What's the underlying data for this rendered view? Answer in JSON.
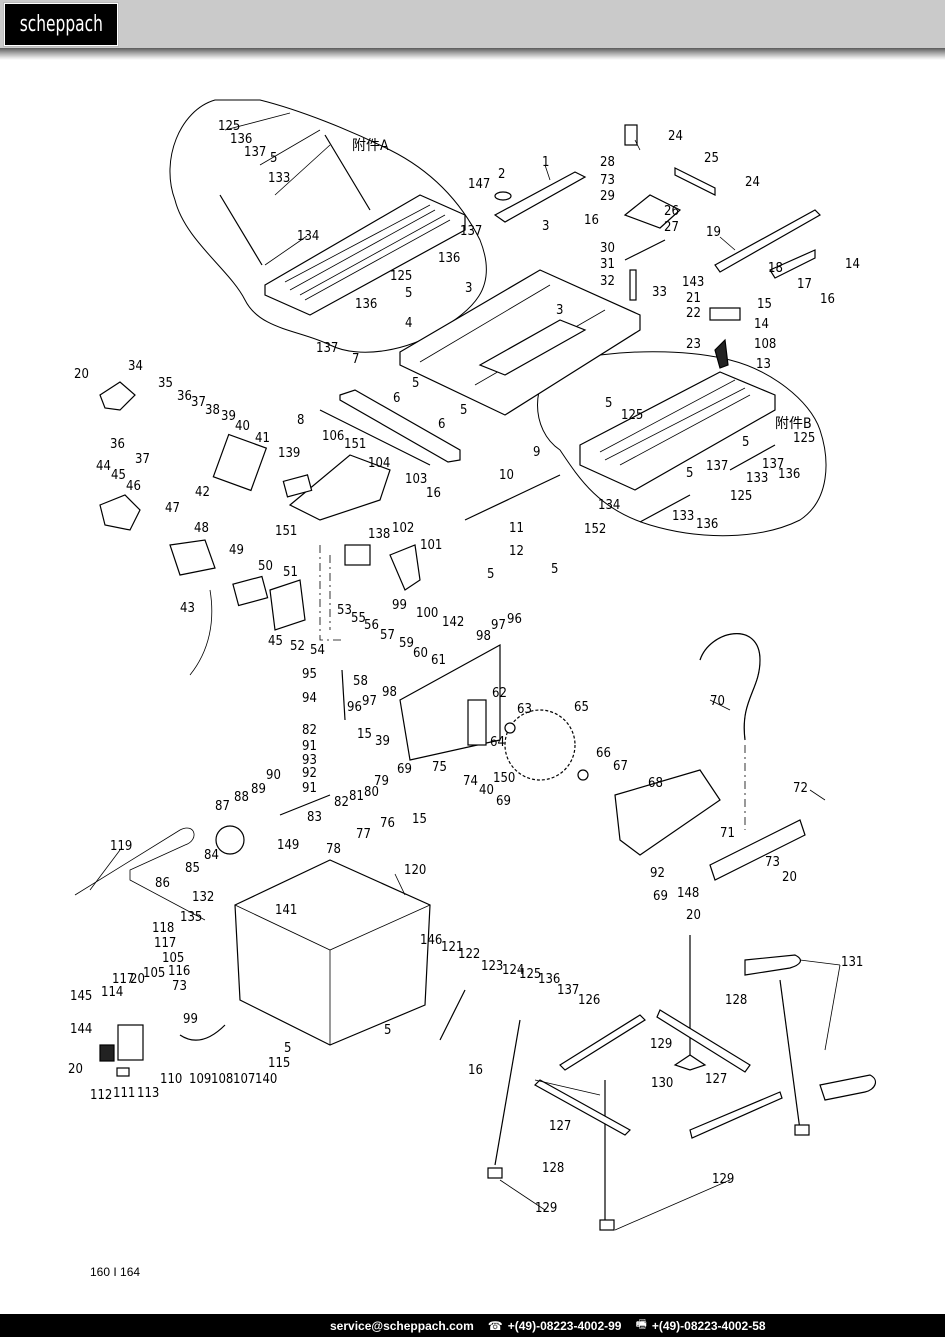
{
  "header": {
    "logo_text": "scheppach"
  },
  "diagram": {
    "group_a_label": "附件A",
    "group_b_label": "附件B",
    "labels": [
      {
        "id": "l1",
        "text": "1"
      },
      {
        "id": "l2",
        "text": "2"
      },
      {
        "id": "l147",
        "text": "147"
      },
      {
        "id": "l28",
        "text": "28"
      },
      {
        "id": "l24a",
        "text": "24"
      },
      {
        "id": "l25",
        "text": "25"
      },
      {
        "id": "l24b",
        "text": "24"
      },
      {
        "id": "l73a",
        "text": "73"
      },
      {
        "id": "l29",
        "text": "29"
      },
      {
        "id": "l26",
        "text": "26"
      },
      {
        "id": "l16a",
        "text": "16"
      },
      {
        "id": "l27",
        "text": "27"
      },
      {
        "id": "l30",
        "text": "30"
      },
      {
        "id": "l31",
        "text": "31"
      },
      {
        "id": "l32",
        "text": "32"
      },
      {
        "id": "l33",
        "text": "33"
      },
      {
        "id": "l19",
        "text": "19"
      },
      {
        "id": "l14a",
        "text": "14"
      },
      {
        "id": "l18",
        "text": "18"
      },
      {
        "id": "l17",
        "text": "17"
      },
      {
        "id": "l143",
        "text": "143"
      },
      {
        "id": "l21",
        "text": "21"
      },
      {
        "id": "l15a",
        "text": "15"
      },
      {
        "id": "l16b",
        "text": "16"
      },
      {
        "id": "l22",
        "text": "22"
      },
      {
        "id": "l14b",
        "text": "14"
      },
      {
        "id": "l108a",
        "text": "108"
      },
      {
        "id": "l23",
        "text": "23"
      },
      {
        "id": "l13",
        "text": "13"
      },
      {
        "id": "l3a",
        "text": "3"
      },
      {
        "id": "l3b",
        "text": "3"
      },
      {
        "id": "l3c",
        "text": "3"
      },
      {
        "id": "l4",
        "text": "4"
      },
      {
        "id": "la125",
        "text": "125"
      },
      {
        "id": "la136",
        "text": "136"
      },
      {
        "id": "la137",
        "text": "137"
      },
      {
        "id": "la5",
        "text": "5"
      },
      {
        "id": "la133",
        "text": "133"
      },
      {
        "id": "la134",
        "text": "134"
      },
      {
        "id": "la137b",
        "text": "137"
      },
      {
        "id": "la136b",
        "text": "136"
      },
      {
        "id": "la125b",
        "text": "125"
      },
      {
        "id": "la5b",
        "text": "5"
      },
      {
        "id": "la136c",
        "text": "136"
      },
      {
        "id": "la137c",
        "text": "137"
      },
      {
        "id": "l20a",
        "text": "20"
      },
      {
        "id": "l34",
        "text": "34"
      },
      {
        "id": "l35",
        "text": "35"
      },
      {
        "id": "l36a",
        "text": "36"
      },
      {
        "id": "l37a",
        "text": "37"
      },
      {
        "id": "l38",
        "text": "38"
      },
      {
        "id": "l39a",
        "text": "39"
      },
      {
        "id": "l40a",
        "text": "40"
      },
      {
        "id": "l41",
        "text": "41"
      },
      {
        "id": "l36b",
        "text": "36"
      },
      {
        "id": "l37b",
        "text": "37"
      },
      {
        "id": "l44",
        "text": "44"
      },
      {
        "id": "l45a",
        "text": "45"
      },
      {
        "id": "l46",
        "text": "46"
      },
      {
        "id": "l42",
        "text": "42"
      },
      {
        "id": "l47",
        "text": "47"
      },
      {
        "id": "l48",
        "text": "48"
      },
      {
        "id": "l49",
        "text": "49"
      },
      {
        "id": "l50",
        "text": "50"
      },
      {
        "id": "l43",
        "text": "43"
      },
      {
        "id": "l7",
        "text": "7"
      },
      {
        "id": "l5a",
        "text": "5"
      },
      {
        "id": "l6a",
        "text": "6"
      },
      {
        "id": "l5b",
        "text": "5"
      },
      {
        "id": "l6b",
        "text": "6"
      },
      {
        "id": "l8",
        "text": "8"
      },
      {
        "id": "l106",
        "text": "106"
      },
      {
        "id": "l151a",
        "text": "151"
      },
      {
        "id": "l104",
        "text": "104"
      },
      {
        "id": "l139",
        "text": "139"
      },
      {
        "id": "l103",
        "text": "103"
      },
      {
        "id": "l16c",
        "text": "16"
      },
      {
        "id": "l151b",
        "text": "151"
      },
      {
        "id": "l138",
        "text": "138"
      },
      {
        "id": "l102",
        "text": "102"
      },
      {
        "id": "l101",
        "text": "101"
      },
      {
        "id": "l99a",
        "text": "99"
      },
      {
        "id": "l100",
        "text": "100"
      },
      {
        "id": "l142",
        "text": "142"
      },
      {
        "id": "l9",
        "text": "9"
      },
      {
        "id": "l10",
        "text": "10"
      },
      {
        "id": "l11",
        "text": "11"
      },
      {
        "id": "l12",
        "text": "12"
      },
      {
        "id": "l5c",
        "text": "5"
      },
      {
        "id": "l152",
        "text": "152"
      },
      {
        "id": "l5d",
        "text": "5"
      },
      {
        "id": "lb5",
        "text": "5"
      },
      {
        "id": "lb125",
        "text": "125"
      },
      {
        "id": "lb5b",
        "text": "5"
      },
      {
        "id": "lb125b",
        "text": "125"
      },
      {
        "id": "lb137",
        "text": "137"
      },
      {
        "id": "lb136",
        "text": "136"
      },
      {
        "id": "lb133",
        "text": "133"
      },
      {
        "id": "lb5c",
        "text": "5"
      },
      {
        "id": "lb137b",
        "text": "137"
      },
      {
        "id": "lb125c",
        "text": "125"
      },
      {
        "id": "lb134",
        "text": "134"
      },
      {
        "id": "lb133b",
        "text": "133"
      },
      {
        "id": "lb136b",
        "text": "136"
      },
      {
        "id": "l51",
        "text": "51"
      },
      {
        "id": "l45b",
        "text": "45"
      },
      {
        "id": "l52",
        "text": "52"
      },
      {
        "id": "l53",
        "text": "53"
      },
      {
        "id": "l54",
        "text": "54"
      },
      {
        "id": "l55",
        "text": "55"
      },
      {
        "id": "l56",
        "text": "56"
      },
      {
        "id": "l57",
        "text": "57"
      },
      {
        "id": "l58",
        "text": "58"
      },
      {
        "id": "l59",
        "text": "59"
      },
      {
        "id": "l60",
        "text": "60"
      },
      {
        "id": "l95",
        "text": "95"
      },
      {
        "id": "l94",
        "text": "94"
      },
      {
        "id": "l61",
        "text": "61"
      },
      {
        "id": "l98a",
        "text": "98"
      },
      {
        "id": "l97a",
        "text": "97"
      },
      {
        "id": "l96a",
        "text": "96"
      },
      {
        "id": "l96b",
        "text": "96"
      },
      {
        "id": "l97b",
        "text": "97"
      },
      {
        "id": "l98b",
        "text": "98"
      },
      {
        "id": "l62",
        "text": "62"
      },
      {
        "id": "l63",
        "text": "63"
      },
      {
        "id": "l65",
        "text": "65"
      },
      {
        "id": "l82a",
        "text": "82"
      },
      {
        "id": "l91a",
        "text": "91"
      },
      {
        "id": "l93",
        "text": "93"
      },
      {
        "id": "l92a",
        "text": "92"
      },
      {
        "id": "l91b",
        "text": "91"
      },
      {
        "id": "l15b",
        "text": "15"
      },
      {
        "id": "l39b",
        "text": "39"
      },
      {
        "id": "l69a",
        "text": "69"
      },
      {
        "id": "l79",
        "text": "79"
      },
      {
        "id": "l80",
        "text": "80"
      },
      {
        "id": "l81",
        "text": "81"
      },
      {
        "id": "l82b",
        "text": "82"
      },
      {
        "id": "l64",
        "text": "64"
      },
      {
        "id": "l150",
        "text": "150"
      },
      {
        "id": "l66",
        "text": "66"
      },
      {
        "id": "l67",
        "text": "67"
      },
      {
        "id": "l75",
        "text": "75"
      },
      {
        "id": "l74",
        "text": "74"
      },
      {
        "id": "l40b",
        "text": "40"
      },
      {
        "id": "l69b",
        "text": "69"
      },
      {
        "id": "l15c",
        "text": "15"
      },
      {
        "id": "l76",
        "text": "76"
      },
      {
        "id": "l90",
        "text": "90"
      },
      {
        "id": "l89",
        "text": "89"
      },
      {
        "id": "l88",
        "text": "88"
      },
      {
        "id": "l87",
        "text": "87"
      },
      {
        "id": "l83",
        "text": "83"
      },
      {
        "id": "l77",
        "text": "77"
      },
      {
        "id": "l78",
        "text": "78"
      },
      {
        "id": "l149",
        "text": "149"
      },
      {
        "id": "l84",
        "text": "84"
      },
      {
        "id": "l85",
        "text": "85"
      },
      {
        "id": "l86",
        "text": "86"
      },
      {
        "id": "l119",
        "text": "119"
      },
      {
        "id": "l132",
        "text": "132"
      },
      {
        "id": "l141",
        "text": "141"
      },
      {
        "id": "l135",
        "text": "135"
      },
      {
        "id": "l120",
        "text": "120"
      },
      {
        "id": "l70",
        "text": "70"
      },
      {
        "id": "l72",
        "text": "72"
      },
      {
        "id": "l68",
        "text": "68"
      },
      {
        "id": "l71",
        "text": "71"
      },
      {
        "id": "l73b",
        "text": "73"
      },
      {
        "id": "l20b",
        "text": "20"
      },
      {
        "id": "l92b",
        "text": "92"
      },
      {
        "id": "l69c",
        "text": "69"
      },
      {
        "id": "l148",
        "text": "148"
      },
      {
        "id": "l20c",
        "text": "20"
      },
      {
        "id": "l118",
        "text": "118"
      },
      {
        "id": "l117a",
        "text": "117"
      },
      {
        "id": "l105a",
        "text": "105"
      },
      {
        "id": "l116",
        "text": "116"
      },
      {
        "id": "l73c",
        "text": "73"
      },
      {
        "id": "l117b",
        "text": "117"
      },
      {
        "id": "l20d",
        "text": "20"
      },
      {
        "id": "l105b",
        "text": "105"
      },
      {
        "id": "l145",
        "text": "145"
      },
      {
        "id": "l114",
        "text": "114"
      },
      {
        "id": "l99b",
        "text": "99"
      },
      {
        "id": "l144",
        "text": "144"
      },
      {
        "id": "l20e",
        "text": "20"
      },
      {
        "id": "l112",
        "text": "112"
      },
      {
        "id": "l111",
        "text": "111"
      },
      {
        "id": "l113",
        "text": "113"
      },
      {
        "id": "l110",
        "text": "110"
      },
      {
        "id": "l109",
        "text": "109"
      },
      {
        "id": "l108b",
        "text": "108"
      },
      {
        "id": "l107",
        "text": "107"
      },
      {
        "id": "l115",
        "text": "115"
      },
      {
        "id": "l140",
        "text": "140"
      },
      {
        "id": "l5e",
        "text": "5"
      },
      {
        "id": "l5f",
        "text": "5"
      },
      {
        "id": "l146",
        "text": "146"
      },
      {
        "id": "l121",
        "text": "121"
      },
      {
        "id": "l122",
        "text": "122"
      },
      {
        "id": "l123",
        "text": "123"
      },
      {
        "id": "l124",
        "text": "124"
      },
      {
        "id": "l125s",
        "text": "125"
      },
      {
        "id": "l136s",
        "text": "136"
      },
      {
        "id": "l137s",
        "text": "137"
      },
      {
        "id": "l126",
        "text": "126"
      },
      {
        "id": "l16d",
        "text": "16"
      },
      {
        "id": "l131",
        "text": "131"
      },
      {
        "id": "l128a",
        "text": "128"
      },
      {
        "id": "l129a",
        "text": "129"
      },
      {
        "id": "l127a",
        "text": "127"
      },
      {
        "id": "l130",
        "text": "130"
      },
      {
        "id": "l127b",
        "text": "127"
      },
      {
        "id": "l128b",
        "text": "128"
      },
      {
        "id": "l129b",
        "text": "129"
      },
      {
        "id": "l129c",
        "text": "129"
      }
    ]
  },
  "page_number": "160 I 164",
  "footer": {
    "email": "service@scheppach.com",
    "phone_icon": "phone-icon",
    "phone": "+(49)-08223-4002-99",
    "fax_icon": "fax-icon",
    "fax": "+(49)-08223-4002-58"
  }
}
